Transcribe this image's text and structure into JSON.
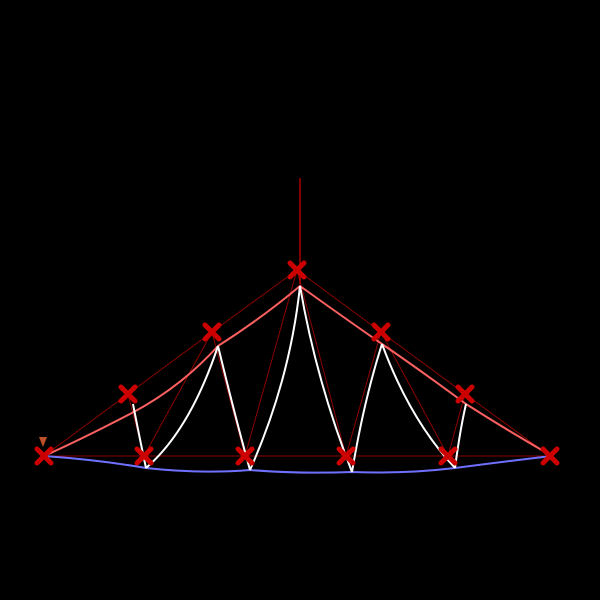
{
  "colors": {
    "background": "#000000",
    "structure_line": "#8b0000",
    "force_line": "#ff0000",
    "upper_chord_deformed": "#ff6060",
    "web_deformed": "#ffffff",
    "lower_chord_deformed": "#7070ff",
    "node_marker": "#cc0000",
    "support_marker": "#c0502a"
  },
  "icons": {
    "node": "x-cross-marker",
    "support": "triangle-support-marker",
    "load": "vertical-load-line"
  }
}
